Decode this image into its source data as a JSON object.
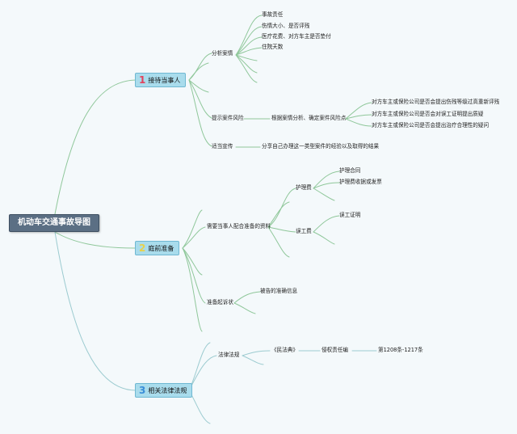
{
  "root": "机动车交通事故导图",
  "colors": {
    "branch": "#8fc79a",
    "branch_lower": "#9ccbd0",
    "node_bg": "#a9dcec",
    "root_bg": "#5b6f84",
    "num1": "#e2425c",
    "num2": "#e8d24a",
    "num3": "#3a8ed8"
  },
  "branches": [
    {
      "num": "1",
      "label": "接待当事人",
      "children": [
        {
          "label": "分析案情",
          "children": [
            "事故责任",
            "伤情大小、是否评残",
            "医疗花费、对方车主是否垫付",
            "住院天数"
          ]
        },
        {
          "label": "提示案件风险",
          "mid": "根据案情分析、确定案件风险点",
          "children": [
            "对方车主或保险公司是否会提出伤残等级过高重新评残",
            "对方车主或保险公司是否会对误工证明提出质疑",
            "对方车主或保险公司是否会提出治疗合理性的疑问"
          ]
        },
        {
          "label": "适当宣传",
          "children": [
            "分享自己办理这一类型案件的经验以及取得的结果"
          ]
        }
      ]
    },
    {
      "num": "2",
      "label": "庭前准备",
      "children": [
        {
          "label": "需要当事人配合准备的资料",
          "children": [
            {
              "label": "护理费",
              "children": [
                "护理合同",
                "护理费收据或发票"
              ]
            },
            {
              "label": "误工费",
              "children": [
                "误工证明"
              ]
            }
          ]
        },
        {
          "label": "准备起诉状",
          "children": [
            "被告的准确信息"
          ]
        }
      ]
    },
    {
      "num": "3",
      "label": "相关法律法规",
      "children": [
        {
          "label": "法律法规",
          "children": [
            "《民法典》",
            "侵权责任编",
            "第1208条-1217条"
          ]
        }
      ]
    }
  ]
}
